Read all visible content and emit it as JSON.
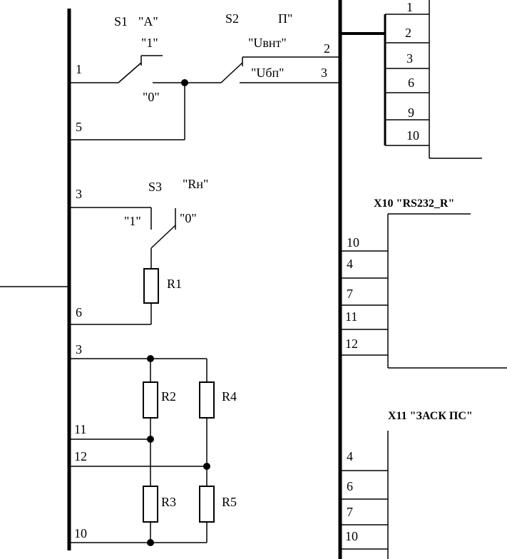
{
  "switches": {
    "s1": {
      "name": "S1",
      "tag": "\"A\"",
      "on": "\"1\"",
      "off": "\"0\""
    },
    "s2": {
      "name": "S2",
      "tag": "П\"",
      "top": "\"Uвнт\"",
      "bottom": "\"Uбп\""
    },
    "s3": {
      "name": "S3",
      "tag": "\"Rн\"",
      "left": "\"1\"",
      "right": "\"0\""
    }
  },
  "resistors": [
    "R1",
    "R2",
    "R3",
    "R4",
    "R5"
  ],
  "left_pins": [
    "1",
    "5",
    "3",
    "6",
    "3",
    "11",
    "12",
    "10"
  ],
  "mid_pins": [
    "2",
    "3"
  ],
  "connector_top": [
    "1",
    "2",
    "3",
    "6",
    "9",
    "10"
  ],
  "connector_mid": {
    "title": "X10 \"RS232_R\"",
    "pins": [
      "10",
      "4",
      "7",
      "11",
      "12"
    ]
  },
  "connector_bot": {
    "title": "X11 \"ЗАСК ПС\"",
    "pins": [
      "4",
      "6",
      "7",
      "10"
    ]
  }
}
